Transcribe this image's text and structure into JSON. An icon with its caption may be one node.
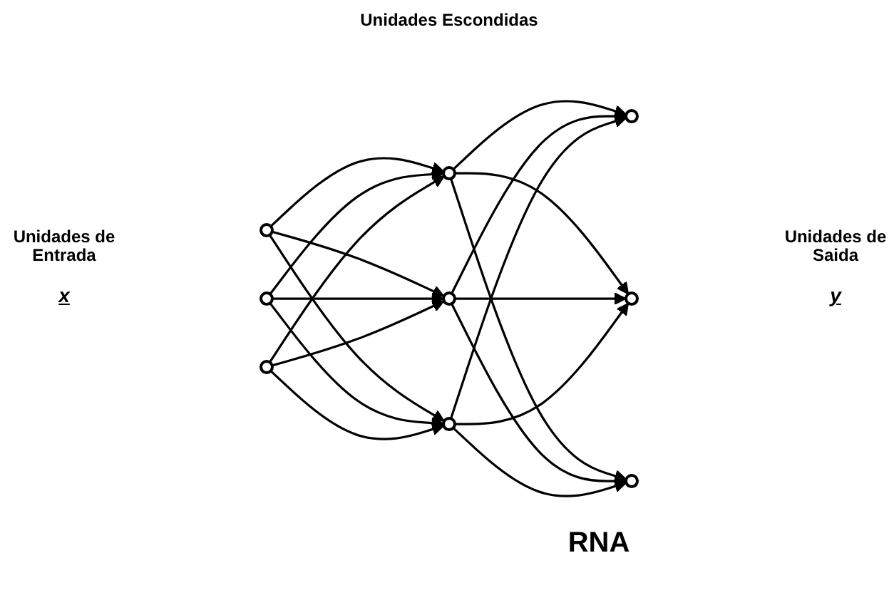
{
  "diagram": {
    "nodes": [
      {
        "text": [],
        "shape": "circle"
      },
      {
        "text": [],
        "shape": "circle"
      },
      {
        "text": [],
        "shape": "circle"
      },
      {
        "text": [],
        "shape": "circle"
      },
      {
        "text": [],
        "shape": "circle"
      },
      {
        "text": [],
        "shape": "circle"
      },
      {
        "text": [],
        "shape": "circle"
      },
      {
        "text": [],
        "shape": "circle"
      },
      {
        "text": [],
        "shape": "circle"
      }
    ],
    "edges": [
      {
        "from": 0,
        "to": 3,
        "arrow": "to"
      },
      {
        "from": 0,
        "to": 4,
        "arrow": "to"
      },
      {
        "from": 0,
        "to": 5,
        "arrow": "to"
      },
      {
        "from": 1,
        "to": 3,
        "arrow": "to"
      },
      {
        "from": 1,
        "to": 4,
        "arrow": "to"
      },
      {
        "from": 1,
        "to": 5,
        "arrow": "to"
      },
      {
        "from": 2,
        "to": 3,
        "arrow": "to"
      },
      {
        "from": 2,
        "to": 4,
        "arrow": "to"
      },
      {
        "from": 2,
        "to": 5,
        "arrow": "to"
      },
      {
        "from": 3,
        "to": 6,
        "arrow": "to"
      },
      {
        "from": 3,
        "to": 7,
        "arrow": "to"
      },
      {
        "from": 3,
        "to": 8,
        "arrow": "to"
      },
      {
        "from": 4,
        "to": 6,
        "arrow": "to"
      },
      {
        "from": 4,
        "to": 7,
        "arrow": "to"
      },
      {
        "from": 4,
        "to": 8,
        "arrow": "to"
      },
      {
        "from": 5,
        "to": 6,
        "arrow": "to"
      },
      {
        "from": 5,
        "to": 7,
        "arrow": "to"
      },
      {
        "from": 5,
        "to": 8,
        "arrow": "to"
      }
    ],
    "labels": [
      "Unidades Escondidas",
      "Unidades de Entrada",
      "x",
      "Unidades de Saida",
      "y",
      "RNA"
    ]
  }
}
